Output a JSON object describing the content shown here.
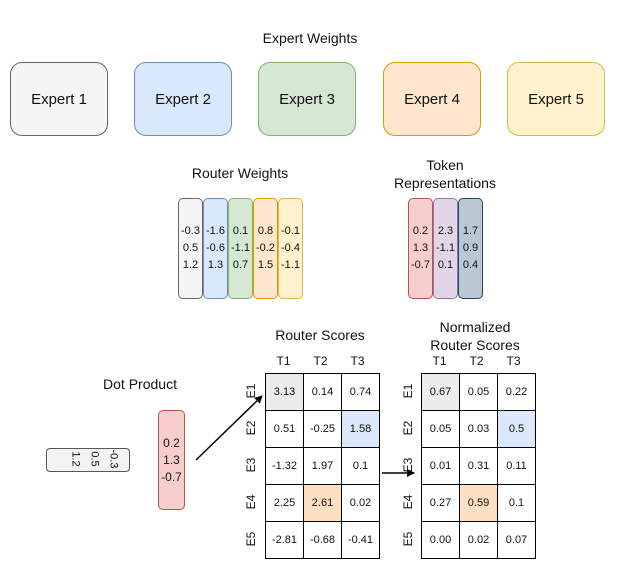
{
  "expert_weights": {
    "title": "Expert Weights",
    "experts": [
      {
        "label": "Expert 1",
        "fill": "#f5f5f5",
        "stroke": "#666666"
      },
      {
        "label": "Expert 2",
        "fill": "#dae8fc",
        "stroke": "#6c8ebf"
      },
      {
        "label": "Expert 3",
        "fill": "#d5e8d4",
        "stroke": "#82b366"
      },
      {
        "label": "Expert 4",
        "fill": "#ffe6cc",
        "stroke": "#d79b00"
      },
      {
        "label": "Expert 5",
        "fill": "#fff2cc",
        "stroke": "#d6b656"
      }
    ]
  },
  "router_weights": {
    "title": "Router Weights",
    "columns": [
      {
        "values": [
          "-0.3",
          "0.5",
          "1.2"
        ],
        "fill": "#f5f5f5",
        "stroke": "#666666"
      },
      {
        "values": [
          "-1.6",
          "-0.6",
          "1.3"
        ],
        "fill": "#dae8fc",
        "stroke": "#6c8ebf"
      },
      {
        "values": [
          "0.1",
          "-1.1",
          "0.7"
        ],
        "fill": "#d5e8d4",
        "stroke": "#82b366"
      },
      {
        "values": [
          "0.8",
          "-0.2",
          "1.5"
        ],
        "fill": "#ffe6cc",
        "stroke": "#d79b00"
      },
      {
        "values": [
          "-0.1",
          "-0.4",
          "-1.1"
        ],
        "fill": "#fff2cc",
        "stroke": "#d6b656"
      }
    ]
  },
  "token_representations": {
    "title_line1": "Token",
    "title_line2": "Representations",
    "columns": [
      {
        "values": [
          "0.2",
          "1.3",
          "-0.7"
        ],
        "fill": "#f8cecc",
        "stroke": "#b85450"
      },
      {
        "values": [
          "2.3",
          "-1.1",
          "0.1"
        ],
        "fill": "#e1d5e7",
        "stroke": "#9673a6"
      },
      {
        "values": [
          "1.7",
          "0.9",
          "0.4"
        ],
        "fill": "#bac8d3",
        "stroke": "#23445d"
      }
    ]
  },
  "dot_product": {
    "title": "Dot Product",
    "row_vector": [
      "-0.3",
      "0.5",
      "1.2"
    ],
    "col_vector": [
      "0.2",
      "1.3",
      "-0.7"
    ]
  },
  "router_scores": {
    "title": "Router Scores",
    "col_labels": [
      "T1",
      "T2",
      "T3"
    ],
    "row_labels": [
      "E1",
      "E2",
      "E3",
      "E4",
      "E5"
    ],
    "rows": [
      [
        "3.13",
        "0.14",
        "0.74"
      ],
      [
        "0.51",
        "-0.25",
        "1.58"
      ],
      [
        "-1.32",
        "1.97",
        "0.1"
      ],
      [
        "2.25",
        "2.61",
        "0.02"
      ],
      [
        "-2.81",
        "-0.68",
        "-0.41"
      ]
    ]
  },
  "normalized_scores": {
    "title_line1": "Normalized",
    "title_line2": "Router Scores",
    "col_labels": [
      "T1",
      "T2",
      "T3"
    ],
    "row_labels": [
      "E1",
      "E2",
      "E3",
      "E4",
      "E5"
    ],
    "rows": [
      [
        "0.67",
        "0.05",
        "0.22"
      ],
      [
        "0.05",
        "0.03",
        "0.5"
      ],
      [
        "0.01",
        "0.31",
        "0.11"
      ],
      [
        "0.27",
        "0.59",
        "0.1"
      ],
      [
        "0.00",
        "0.02",
        "0.07"
      ]
    ]
  }
}
